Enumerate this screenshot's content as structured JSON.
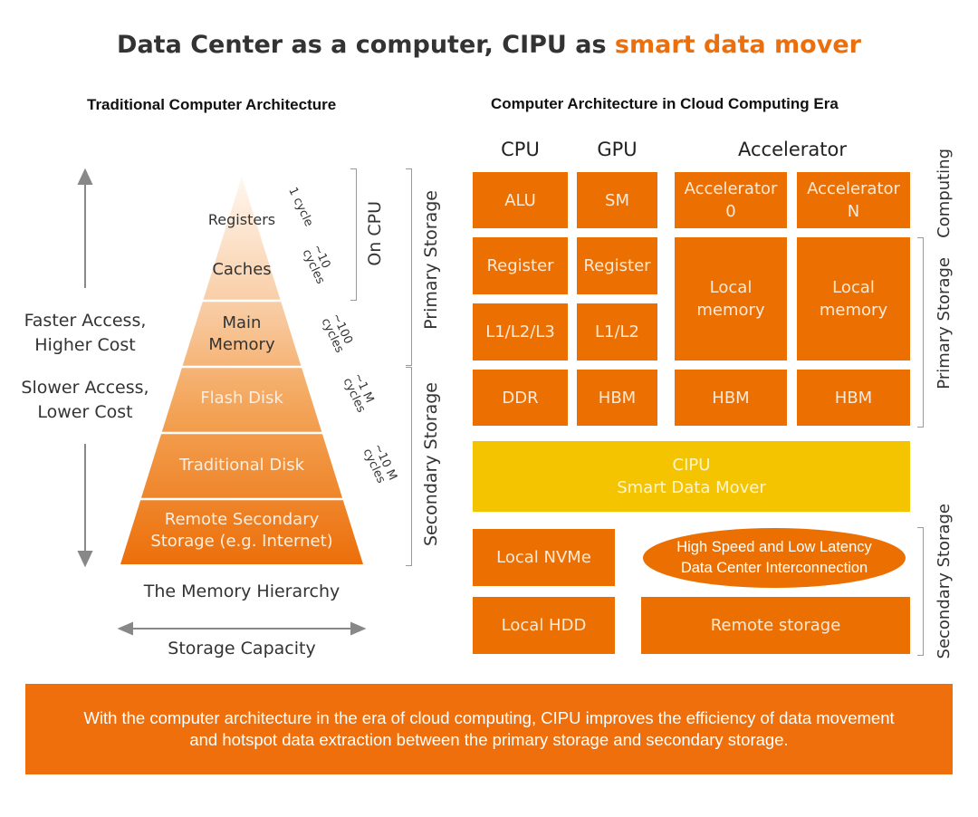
{
  "title": {
    "prefix": "Data Center as a computer, CIPU as ",
    "highlight": "smart data mover"
  },
  "left": {
    "heading": "Traditional Computer Architecture",
    "faster": "Faster Access, Higher Cost",
    "slower": "Slower Access, Lower Cost",
    "levels": [
      "Registers",
      "Caches",
      "Main Memory",
      "Flash Disk",
      "Traditional Disk",
      "Remote Secondary Storage (e.g. Internet)"
    ],
    "cycles": [
      "1 cycle",
      "~10 cycles",
      "~100 cycles",
      "~1 M cycles",
      "~10 M cycles"
    ],
    "on_cpu": "On CPU",
    "primary": "Primary Storage",
    "secondary": "Secondary Storage",
    "caption": "The Memory Hierarchy",
    "capacity": "Storage Capacity"
  },
  "right": {
    "heading": "Computer Architecture in Cloud Computing Era",
    "columns": [
      "CPU",
      "GPU",
      "Accelerator"
    ],
    "cells": {
      "alu": "ALU",
      "sm": "SM",
      "acc0": "Accelerator 0",
      "accn": "Accelerator N",
      "reg_cpu": "Register",
      "reg_gpu": "Register",
      "l123": "L1/L2/L3",
      "l12": "L1/L2",
      "localmem0": "Local memory",
      "localmemn": "Local memory",
      "ddr": "DDR",
      "hbm_gpu": "HBM",
      "hbm_acc0": "HBM",
      "hbm_accn": "HBM"
    },
    "cipu": {
      "line1": "CIPU",
      "line2": "Smart Data Mover"
    },
    "nvme": "Local NVMe",
    "hdd": "Local HDD",
    "cloud": {
      "line1": "High Speed and Low Latency",
      "line2": "Data Center Interconnection"
    },
    "remote": "Remote storage",
    "side": {
      "computing": "Computing",
      "primary": "Primary Storage",
      "secondary": "Secondary Storage"
    }
  },
  "banner": "With the computer architecture in the era of cloud computing, CIPU improves the efficiency of data movement and hotspot data extraction between the primary storage and secondary storage.",
  "colors": {
    "orange": "#ec7001",
    "yellow": "#f5c400",
    "banner": "#ee6f0c"
  }
}
